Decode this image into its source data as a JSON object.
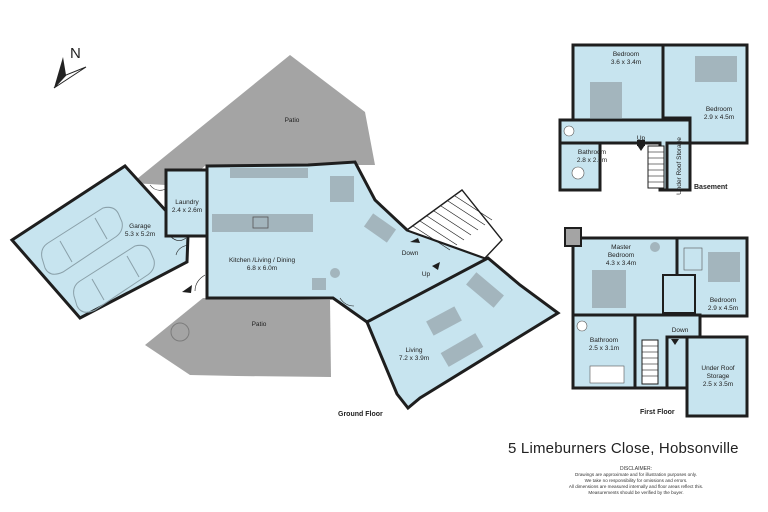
{
  "address": "5 Limeburners Close, Hobsonville",
  "compass": {
    "label": "N"
  },
  "floors": {
    "ground": "Ground Floor",
    "basement": "Basement",
    "first": "First Floor"
  },
  "rooms": {
    "patio_top": {
      "name": "Patio"
    },
    "patio_bottom": {
      "name": "Patio"
    },
    "laundry": {
      "name": "Laundry",
      "dim": "2.4 x 2.6m"
    },
    "garage": {
      "name": "Garage",
      "dim": "5.3 x 5.2m"
    },
    "kitchen": {
      "name": "Kitchen /Living / Dining",
      "dim": "6.8 x 6.0m"
    },
    "living": {
      "name": "Living",
      "dim": "7.2 x 3.9m"
    },
    "base_bed1": {
      "name": "Bedroom",
      "dim": "3.6 x 3.4m"
    },
    "base_bed2": {
      "name": "Bedroom",
      "dim": "2.9 x 4.5m"
    },
    "base_bath": {
      "name": "Bathroom",
      "dim": "2.8 x 2.0m"
    },
    "base_storage": {
      "name": "Under Roof Storage"
    },
    "master": {
      "name1": "Master",
      "name2": "Bedroom",
      "dim": "4.3 x 3.4m"
    },
    "first_bed": {
      "name": "Bedroom",
      "dim": "2.9 x 4.5m"
    },
    "first_bath": {
      "name": "Bathroom",
      "dim": "2.5 x 3.1m"
    },
    "first_storage": {
      "name1": "Under Roof",
      "name2": "Storage",
      "dim": "2.5 x 3.5m"
    }
  },
  "stairs": {
    "ground_down": "Down",
    "ground_up": "Up",
    "basement_up": "Up",
    "first_down": "Down"
  },
  "disclaimer": {
    "title": "DISCLAIMER:",
    "lines": [
      "Drawings are approximate and for illustration purposes only.",
      "We take no responsibility for omissions and errors.",
      "All dimensions are measured internally and floor areas reflect this.",
      "Measurements should be verified by the buyer."
    ]
  },
  "colors": {
    "room": "#c7e4ef",
    "patio": "#a4a4a4",
    "wall": "#1e1e1e",
    "furniture": "#a3b5bd"
  }
}
